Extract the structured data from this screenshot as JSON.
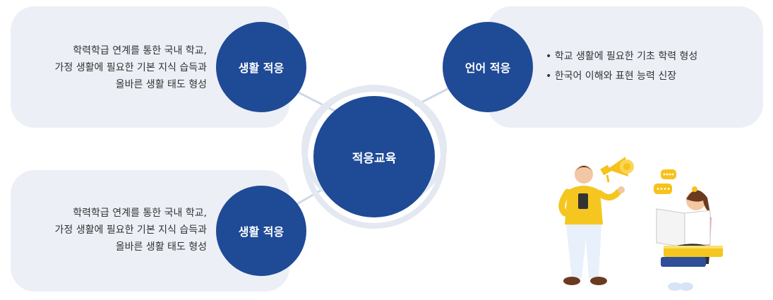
{
  "center": {
    "label": "적응교육"
  },
  "nodes": [
    {
      "label": "생활 적응",
      "description": [
        "학력학급 연계를 통한 국내 학교,",
        "가정 생활에 필요한 기본 지식 습득과",
        "올바른 생활 태도 형성"
      ]
    },
    {
      "label": "언어 적응",
      "bullets": [
        "학교 생활에 필요한 기초 학력 형성",
        "한국어 이해와 표현 능력 신장"
      ]
    },
    {
      "label": "생활 적응",
      "description": [
        "학력학급 연계를 통한 국내 학교,",
        "가정 생활에 필요한 기본 지식 습득과",
        "올바른 생활 태도 형성"
      ]
    }
  ],
  "colors": {
    "primary": "#1f4a96",
    "card": "#eceff6",
    "ring": "#e3e8f1"
  },
  "illustration": {
    "icons": [
      "megaphone-icon",
      "speech-bubble-icon",
      "speech-bubble-icon",
      "book-stack-icon"
    ]
  }
}
